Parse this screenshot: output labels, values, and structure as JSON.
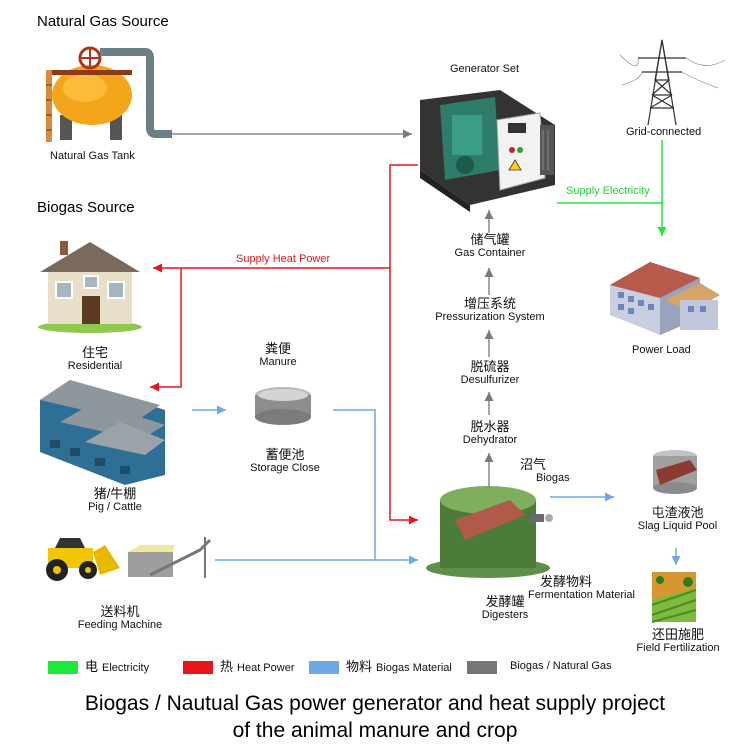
{
  "sections": {
    "natural_gas": "Natural Gas Source",
    "biogas": "Biogas Source"
  },
  "nodes": {
    "natural_gas_tank": {
      "en": "Natural Gas Tank"
    },
    "generator_set": {
      "en": "Generator Set"
    },
    "grid": {
      "en": "Grid-connected"
    },
    "power_load": {
      "en": "Power Load"
    },
    "residential": {
      "cn": "住宅",
      "en": "Residential"
    },
    "pig_cattle": {
      "cn": "猪/牛棚",
      "en": "Pig / Cattle"
    },
    "feeding_machine": {
      "cn": "送料机",
      "en": "Feeding Machine"
    },
    "manure": {
      "cn": "粪便",
      "en": "Manure"
    },
    "storage": {
      "cn": "蓄便池",
      "en": "Storage Close"
    },
    "gas_container": {
      "cn": "储气罐",
      "en": "Gas Container"
    },
    "pressurization": {
      "cn": "增压系统",
      "en": "Pressurization System"
    },
    "desulfurizer": {
      "cn": "脱硫器",
      "en": "Desulfurizer"
    },
    "dehydrator": {
      "cn": "脱水器",
      "en": "Dehydrator"
    },
    "biogas": {
      "cn": "沼气",
      "en": "Biogas"
    },
    "digester": {
      "cn": "发酵罐",
      "en": "Digesters"
    },
    "fermentation": {
      "cn": "发酵物料",
      "en": "Fermentation Material"
    },
    "slag_pool": {
      "cn": "屯渣液池",
      "en": "Slag Liquid Pool"
    },
    "field": {
      "cn": "还田施肥",
      "en": "Field Fertilization"
    }
  },
  "flows": {
    "supply_heat": "Supply Heat Power",
    "supply_electricity": "Supply Electricity"
  },
  "legend": [
    {
      "cn": "电",
      "en": "Electricity",
      "color": "#1ee83b"
    },
    {
      "cn": "热",
      "en": "Heat Power",
      "color": "#e8161b"
    },
    {
      "cn": "物料",
      "en": "Biogas Material",
      "color": "#6fa8e8"
    },
    {
      "cn": "",
      "en": "Biogas / Natural Gas",
      "color": "#767676"
    }
  ],
  "caption": {
    "line1": "Biogas / Nautual Gas power generator and heat supply project",
    "line2": "of the animal manure and crop"
  }
}
